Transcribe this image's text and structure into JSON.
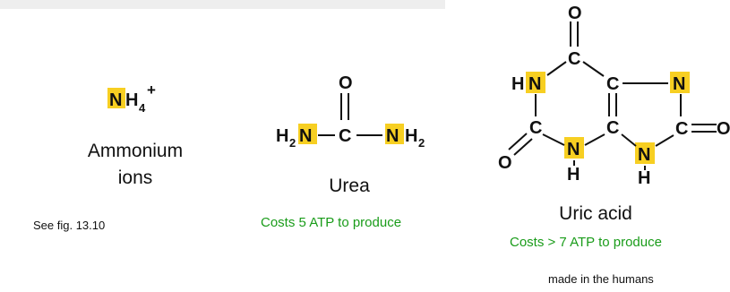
{
  "colors": {
    "highlight": "#f7cf22",
    "cost_text": "#1a9c1a",
    "top_bar": "#eeeeee"
  },
  "ammonium": {
    "formula": {
      "n": "N",
      "h": "H",
      "sub": "4",
      "charge": "+"
    },
    "label_line1": "Ammonium",
    "label_line2": "ions",
    "note": "See fig. 13.10"
  },
  "urea": {
    "atoms": {
      "o": "O",
      "c": "C",
      "h2_left": "H",
      "sub_left": "2",
      "n_left": "N",
      "n_right": "N",
      "h2_right": "H",
      "sub_right": "2"
    },
    "label": "Urea",
    "cost": "Costs 5 ATP to produce"
  },
  "uric_acid": {
    "atoms": {
      "o_top": "O",
      "c_top": "C",
      "h_n1": "H",
      "n1": "N",
      "c_mid": "C",
      "n7": "N",
      "c2": "C",
      "c4": "C",
      "c8": "C",
      "o_right": "O",
      "o_left": "O",
      "n3": "N",
      "n9": "N",
      "h3": "H",
      "h9": "H"
    },
    "label": "Uric acid",
    "cost": "Costs > 7 ATP to produce",
    "note": "made in the humans"
  }
}
